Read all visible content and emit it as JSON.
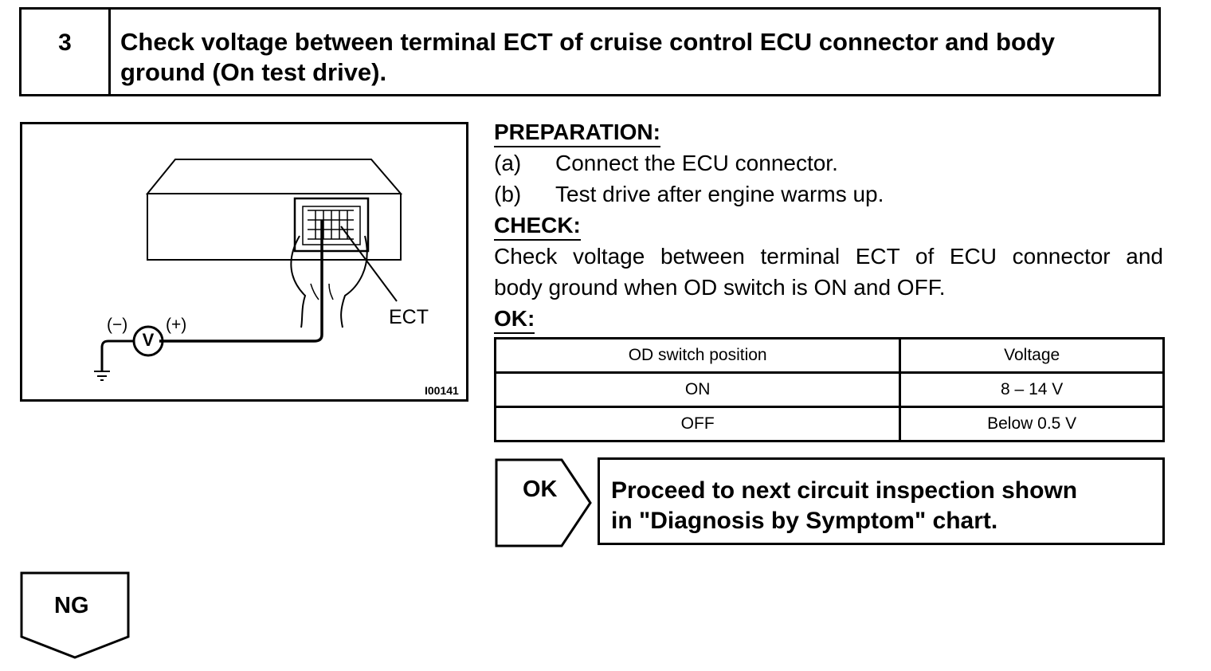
{
  "step": {
    "number": "3",
    "title_line1": "Check voltage between terminal ECT of cruise control ECU connector and body",
    "title_line2": "ground (On test drive)."
  },
  "figure": {
    "id": "I00141",
    "ect_label": "ECT",
    "minus_label": "(−)",
    "plus_label": "(+)",
    "meter_label": "V"
  },
  "preparation": {
    "heading": "PREPARATION:",
    "items": [
      {
        "mark": "(a)",
        "text": "Connect the ECU connector."
      },
      {
        "mark": "(b)",
        "text": "Test drive after engine warms up."
      }
    ]
  },
  "check": {
    "heading": "CHECK:",
    "line1": "Check voltage between terminal ECT of ECU connector and",
    "line2": "body ground when OD switch is ON and OFF."
  },
  "ok": {
    "heading": "OK:",
    "table": {
      "headers": [
        "OD switch position",
        "Voltage"
      ],
      "rows": [
        [
          "ON",
          "8 – 14 V"
        ],
        [
          "OFF",
          "Below 0.5 V"
        ]
      ]
    }
  },
  "result": {
    "ok_label": "OK",
    "ok_line1": "Proceed to next circuit inspection shown",
    "ok_line2": "in \"Diagnosis by Symptom\" chart.",
    "ng_label": "NG"
  }
}
